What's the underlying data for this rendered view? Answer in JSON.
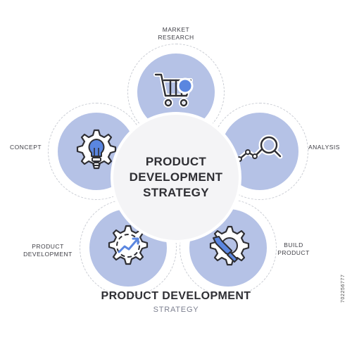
{
  "center": {
    "lines": [
      "PRODUCT",
      "DEVELOPMENT",
      "STRATEGY"
    ]
  },
  "petals": [
    {
      "id": "market-research",
      "label_lines": [
        "MARKET",
        "RESEARCH"
      ],
      "icon": "shopping-cart-icon"
    },
    {
      "id": "analysis",
      "label_lines": [
        "ANALYSIS"
      ],
      "icon": "analysis-magnifier-icon"
    },
    {
      "id": "build-product",
      "label_lines": [
        "BUILD",
        "PRODUCT"
      ],
      "icon": "gear-wrench-icon"
    },
    {
      "id": "product-development",
      "label_lines": [
        "PRODUCT",
        "DEVELOPMENT"
      ],
      "icon": "gear-growth-arrow-icon"
    },
    {
      "id": "concept",
      "label_lines": [
        "CONCEPT"
      ],
      "icon": "gear-lightbulb-icon"
    }
  ],
  "footer": {
    "title": "PRODUCT DEVELOPMENT",
    "subtitle": "STRATEGY"
  },
  "watermark": "702256777",
  "colors": {
    "petal": "#b5c2e6",
    "center": "#f4f4f6",
    "ring": "#c9ccd3",
    "text": "#2f2f34",
    "accent": "#5a86e0"
  }
}
